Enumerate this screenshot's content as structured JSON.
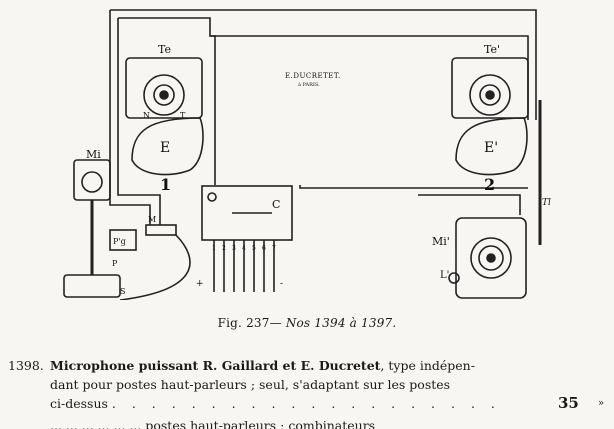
{
  "figure": {
    "maker_label": "E.DUCRETET.",
    "maker_sub": "à PARIS.",
    "label_te": "Te",
    "label_te2": "Te'",
    "label_e": "E",
    "label_e2": "E'",
    "label_n": "N",
    "label_t": "T",
    "label_1": "1",
    "label_2": "2",
    "label_mi": "Mi",
    "label_mi2": "Mi'",
    "label_c": "C",
    "label_tl": "Tl",
    "label_l": "L'",
    "label_p": "P",
    "label_m": "M",
    "label_s": "S",
    "label_plus": "+",
    "label_minus": "-",
    "terminal_numbers": [
      "1",
      "2",
      "3",
      "4",
      "5",
      "6",
      "7"
    ],
    "box_label": "P'g"
  },
  "caption": {
    "prefix": "Fig. 237— ",
    "numbers": "Nos 1394 à 1397."
  },
  "entry": {
    "number": "1398.",
    "title_bold": "Microphone puissant R. Gaillard et E. Ducretet",
    "line1_rest": ", type indépen-",
    "line2": "dant pour postes haut-parleurs ; seul, s'adaptant sur les postes",
    "line3": "ci-dessus",
    "dots": ". . . . . . . . . . . . . . . . . . . .",
    "price": "35",
    "price_suffix": "»",
    "cut_line": "... ... ... ... ... ... postes haut-parleurs ; combinateurs"
  }
}
